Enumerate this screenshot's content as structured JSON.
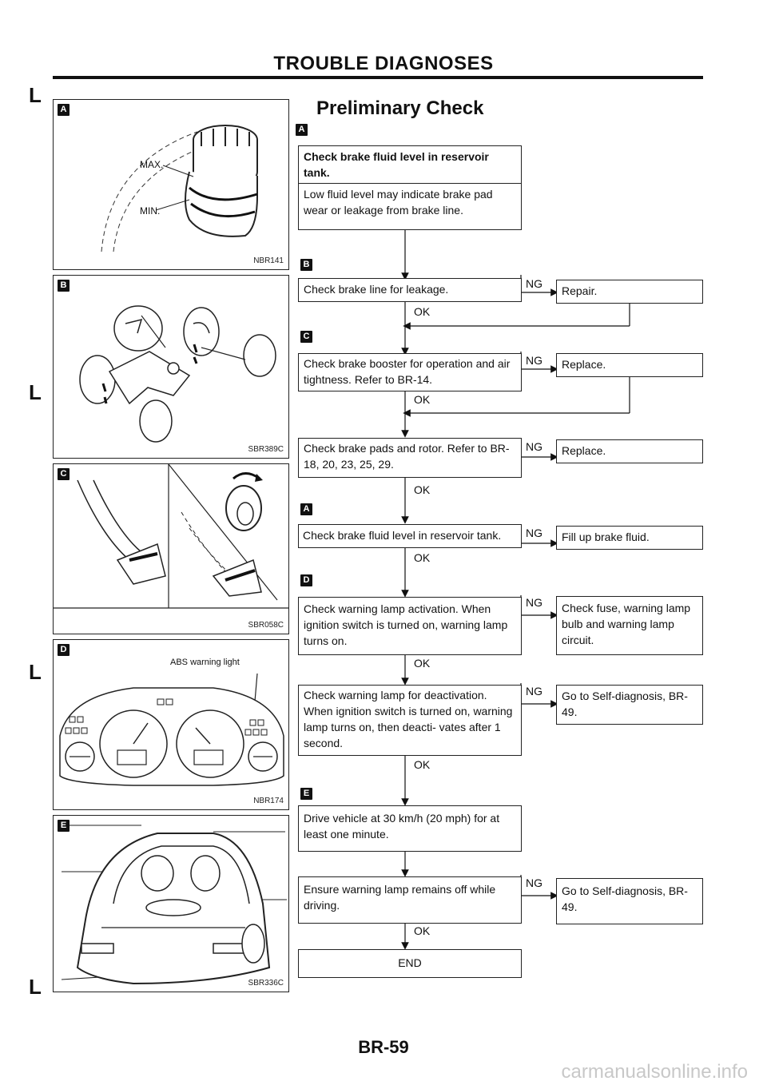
{
  "header": {
    "title": "TROUBLE DIAGNOSES"
  },
  "section": {
    "title": "Preliminary Check"
  },
  "panels": {
    "a": {
      "tag": "A",
      "code": "NBR141",
      "max_label": "MAX.",
      "min_label": "MIN."
    },
    "b": {
      "tag": "B",
      "code": "SBR389C"
    },
    "c": {
      "tag": "C",
      "code": "SBR058C"
    },
    "d": {
      "tag": "D",
      "code": "NBR174",
      "callout": "ABS warning light"
    },
    "e": {
      "tag": "E",
      "code": "SBR336C"
    }
  },
  "flow": {
    "tag_a1": "A",
    "tag_b": "B",
    "tag_c": "C",
    "tag_a2": "A",
    "tag_d": "D",
    "tag_e": "E",
    "step1_title": "Check brake fluid level in reservoir tank.",
    "step1_note": "Low fluid level may indicate brake pad wear or leakage from brake line.",
    "step2": "Check brake line for leakage.",
    "step2_ng": "Repair.",
    "step3": "Check brake booster for operation and air tightness. Refer to BR-14.",
    "step3_ng": "Replace.",
    "step4": "Check brake pads and rotor. Refer to BR-18, 20, 23, 25, 29.",
    "step4_ng": "Replace.",
    "step5": "Check brake fluid level in reservoir tank.",
    "step5_ng": "Fill up brake fluid.",
    "step6": "Check warning lamp activation. When ignition switch is turned on, warning lamp turns on.",
    "step6_ng": "Check fuse, warning lamp bulb and warning lamp circuit.",
    "step7": "Check warning lamp for deactivation. When ignition switch is turned on, warning lamp turns on, then deacti- vates after 1 second.",
    "step7_ng": "Go to Self-diagnosis, BR-49.",
    "step8": "Drive vehicle at 30 km/h (20 mph) for at least one minute.",
    "step9": "Ensure warning lamp remains off while driving.",
    "step9_ng": "Go to Self-diagnosis, BR-49.",
    "end": "END",
    "ok_label": "OK",
    "ng_label": "NG"
  },
  "footer": {
    "page": "BR-59",
    "watermark": "carmanualsonline.info"
  }
}
